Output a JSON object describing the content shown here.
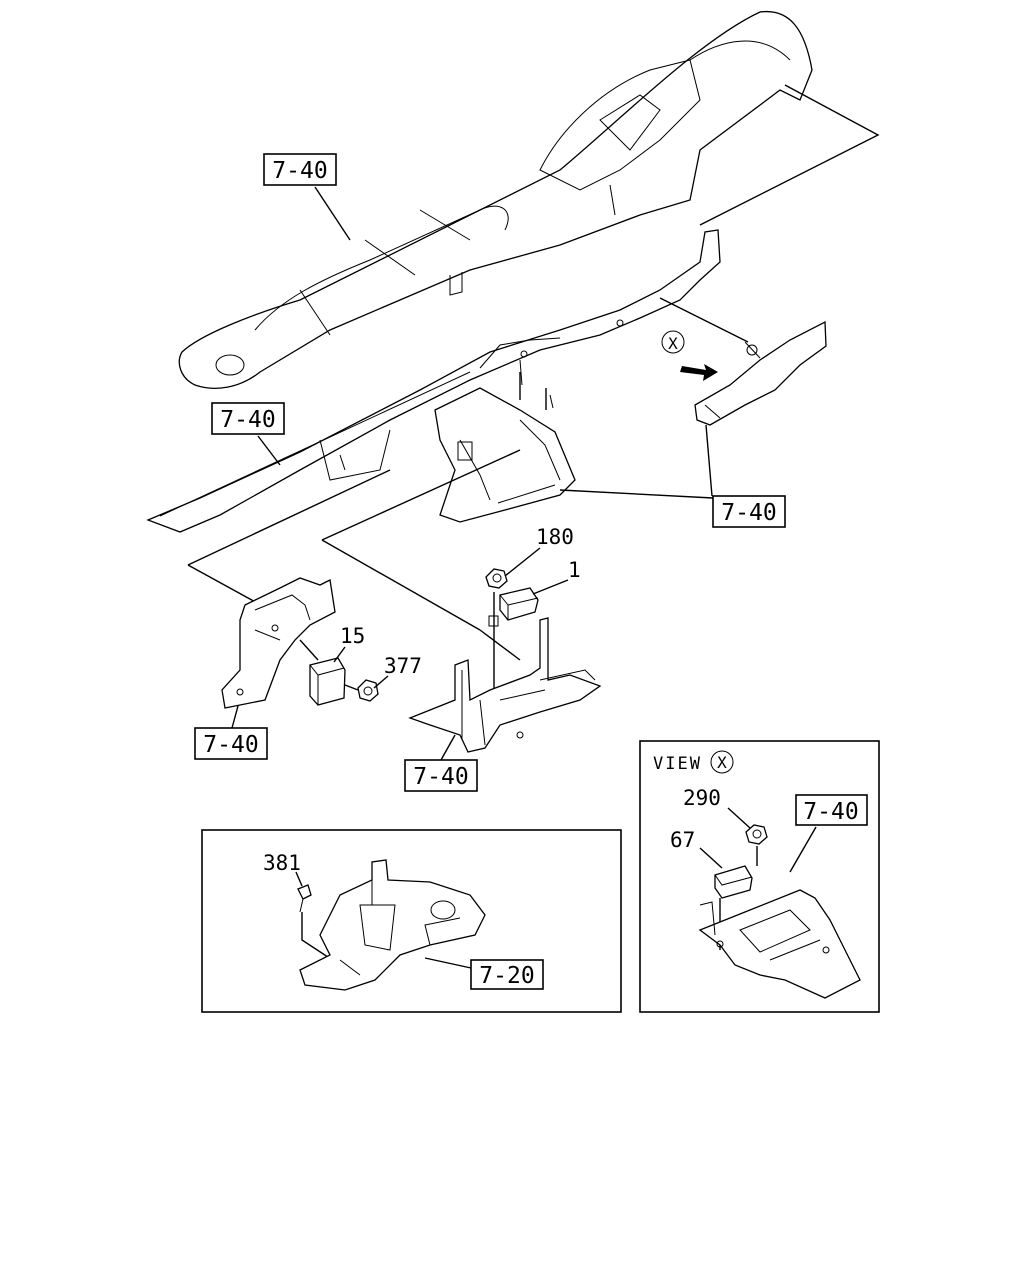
{
  "main": {
    "refs": {
      "ref_panel": "7-40",
      "ref_crossbar": "7-40",
      "ref_bracket_right": "7-40",
      "ref_bracket_left": "7-40",
      "ref_bracket_center": "7-40"
    },
    "parts": {
      "p180": "180",
      "p1": "1",
      "p15": "15",
      "p377": "377"
    },
    "view_marker": "X"
  },
  "inset_left": {
    "part": "381",
    "ref": "7-20"
  },
  "inset_right": {
    "title": "VIEW",
    "marker": "X",
    "part_nut": "290",
    "part_unit": "67",
    "ref": "7-40"
  }
}
